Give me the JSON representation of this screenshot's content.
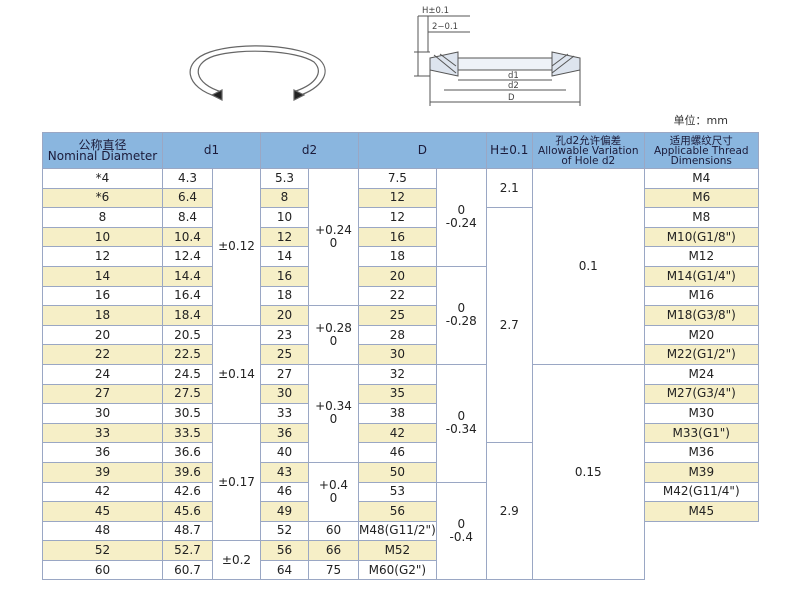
{
  "unit_label": "单位：mm",
  "drawing_labels": {
    "h": "H±0.1",
    "two": "2−0.1",
    "d1": "d1",
    "d2": "d2",
    "D": "D"
  },
  "headers": {
    "nominal_zh": "公称直径",
    "nominal_en": "Nominal Diameter",
    "d1": "d1",
    "d2": "d2",
    "D": "D",
    "H": "H±0.1",
    "hole_zh": "孔d2允许偏差",
    "hole_en1": "Allowable Variation",
    "hole_en2": "of Hole d2",
    "thread_zh": "适用螺纹尺寸",
    "thread_en1": "Applicable Thread",
    "thread_en2": "Dimensions"
  },
  "rows": [
    {
      "nominal": "*4",
      "d1": "4.3",
      "d2": "5.3",
      "D": "7.5",
      "thread": "M4"
    },
    {
      "nominal": "*6",
      "d1": "6.4",
      "d2": "8",
      "D": "12",
      "thread": "M6"
    },
    {
      "nominal": "8",
      "d1": "8.4",
      "d2": "10",
      "D": "12",
      "thread": "M8"
    },
    {
      "nominal": "10",
      "d1": "10.4",
      "d2": "12",
      "D": "16",
      "thread": "M10(G1/8\")"
    },
    {
      "nominal": "12",
      "d1": "12.4",
      "d2": "14",
      "D": "18",
      "thread": "M12"
    },
    {
      "nominal": "14",
      "d1": "14.4",
      "d2": "16",
      "D": "20",
      "thread": "M14(G1/4\")"
    },
    {
      "nominal": "16",
      "d1": "16.4",
      "d2": "18",
      "D": "22",
      "thread": "M16"
    },
    {
      "nominal": "18",
      "d1": "18.4",
      "d2": "20",
      "D": "25",
      "thread": "M18(G3/8\")"
    },
    {
      "nominal": "20",
      "d1": "20.5",
      "d2": "23",
      "D": "28",
      "thread": "M20"
    },
    {
      "nominal": "22",
      "d1": "22.5",
      "d2": "25",
      "D": "30",
      "thread": "M22(G1/2\")"
    },
    {
      "nominal": "24",
      "d1": "24.5",
      "d2": "27",
      "D": "32",
      "thread": "M24"
    },
    {
      "nominal": "27",
      "d1": "27.5",
      "d2": "30",
      "D": "35",
      "thread": "M27(G3/4\")"
    },
    {
      "nominal": "30",
      "d1": "30.5",
      "d2": "33",
      "D": "38",
      "thread": "M30"
    },
    {
      "nominal": "33",
      "d1": "33.5",
      "d2": "36",
      "D": "42",
      "thread": "M33(G1\")"
    },
    {
      "nominal": "36",
      "d1": "36.6",
      "d2": "40",
      "D": "46",
      "thread": "M36"
    },
    {
      "nominal": "39",
      "d1": "39.6",
      "d2": "43",
      "D": "50",
      "thread": "M39"
    },
    {
      "nominal": "42",
      "d1": "42.6",
      "d2": "46",
      "D": "53",
      "thread": "M42(G11/4\")"
    },
    {
      "nominal": "45",
      "d1": "45.6",
      "d2": "49",
      "D": "56",
      "thread": "M45"
    },
    {
      "nominal": "48",
      "d1": "48.7",
      "d2": "52",
      "D": "60",
      "thread": "M48(G11/2\")"
    },
    {
      "nominal": "52",
      "d1": "52.7",
      "d2": "56",
      "D": "66",
      "thread": "M52"
    },
    {
      "nominal": "60",
      "d1": "60.7",
      "d2": "64",
      "D": "75",
      "thread": "M60(G2\")"
    }
  ],
  "d1_tol": [
    {
      "text": "±0.12",
      "span": 8
    },
    {
      "text": "±0.14",
      "span": 5
    },
    {
      "text": "±0.17",
      "span": 6
    },
    {
      "text": "±0.2",
      "span": 2
    }
  ],
  "d2_tol": [
    {
      "upper": "+0.24",
      "lower": "0",
      "span": 7
    },
    {
      "upper": "+0.28",
      "lower": "0",
      "span": 3
    },
    {
      "upper": "+0.34",
      "lower": "0",
      "span": 5
    },
    {
      "upper": "+0.4",
      "lower": "0",
      "span": 3
    }
  ],
  "D_tol": [
    {
      "upper": "0",
      "lower": "-0.24",
      "span": 5
    },
    {
      "upper": "0",
      "lower": "-0.28",
      "span": 5
    },
    {
      "upper": "0",
      "lower": "-0.34",
      "span": 6
    },
    {
      "upper": "0",
      "lower": "-0.4",
      "span": 5
    }
  ],
  "H": [
    {
      "text": "2.1",
      "span": 2
    },
    {
      "text": "2.7",
      "span": 12
    },
    {
      "text": "2.9",
      "span": 7
    }
  ],
  "hole": [
    {
      "text": "0.1",
      "span": 10
    },
    {
      "text": "0.15",
      "span": 11
    }
  ]
}
